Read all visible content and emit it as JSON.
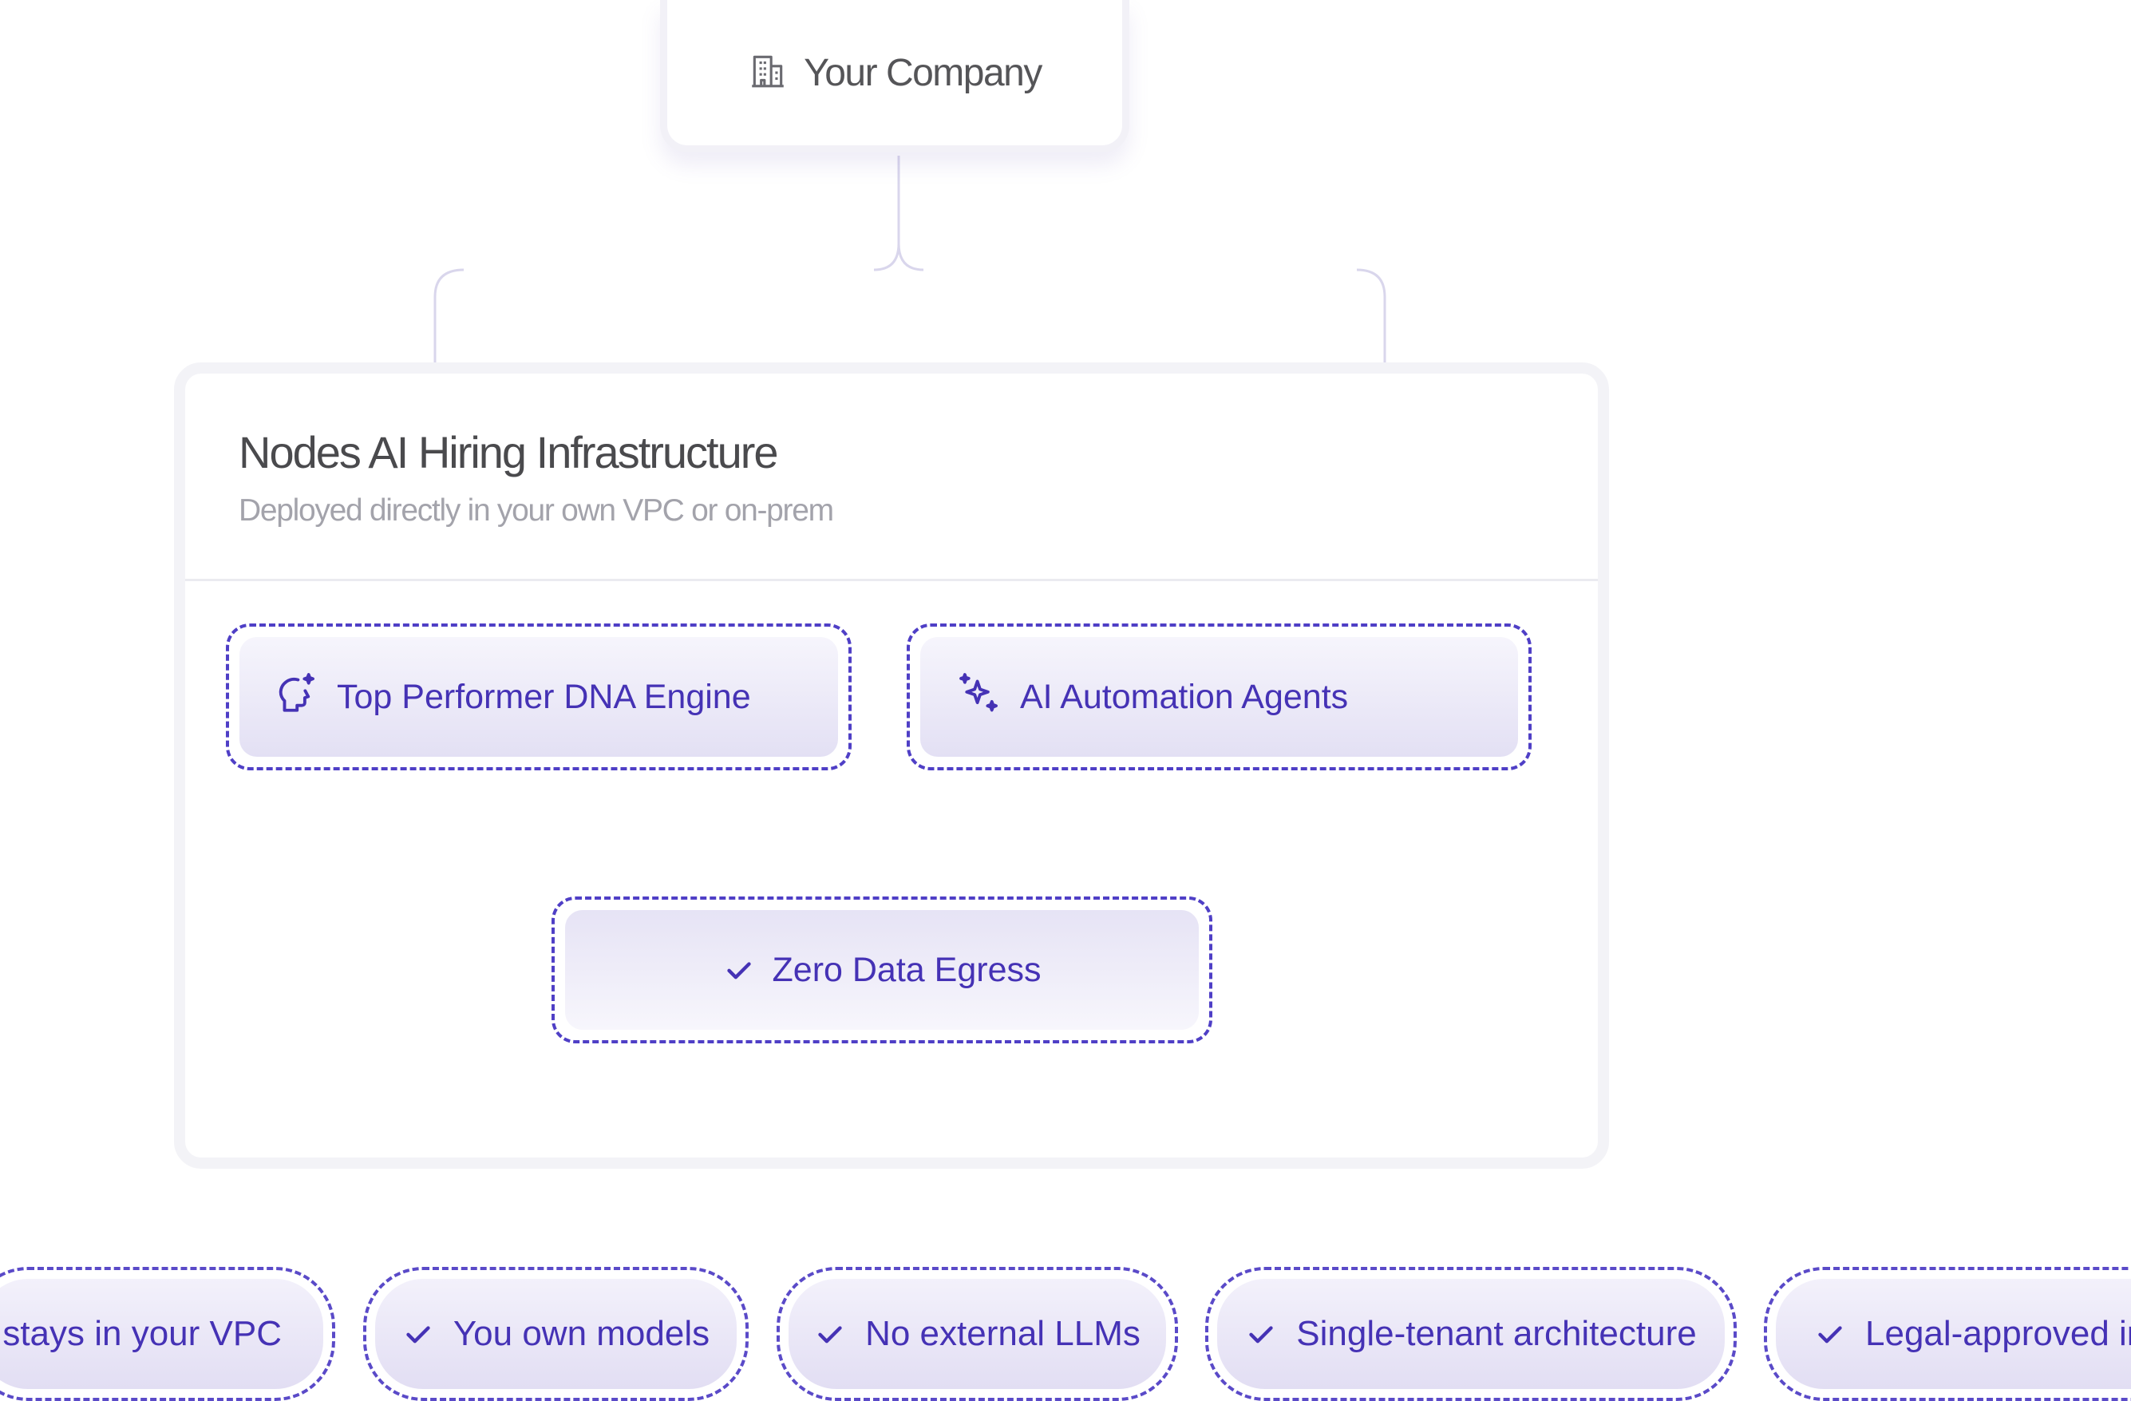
{
  "company": {
    "label": "Your Company",
    "icon": "building-icon"
  },
  "infrastructure": {
    "title": "Nodes AI Hiring Infrastructure",
    "subtitle": "Deployed directly in your own VPC or on-prem",
    "components": [
      {
        "label": "Top Performer DNA Engine",
        "icon": "head-sparkle-icon"
      },
      {
        "label": "AI Automation Agents",
        "icon": "sparkles-icon"
      }
    ],
    "result": {
      "label": "Zero Data Egress",
      "icon": "check-icon"
    }
  },
  "badges": [
    {
      "label": "a stays in your VPC"
    },
    {
      "label": "You own models"
    },
    {
      "label": "No external LLMs"
    },
    {
      "label": "Single-tenant architecture"
    },
    {
      "label": "Legal-approved in"
    }
  ],
  "colors": {
    "accent": "#4532b5",
    "dash": "#4f3fc6",
    "connector": "#d9d6ec",
    "connector_highlight": "#4a3dc0",
    "panel_border": "#f3f3f7"
  }
}
